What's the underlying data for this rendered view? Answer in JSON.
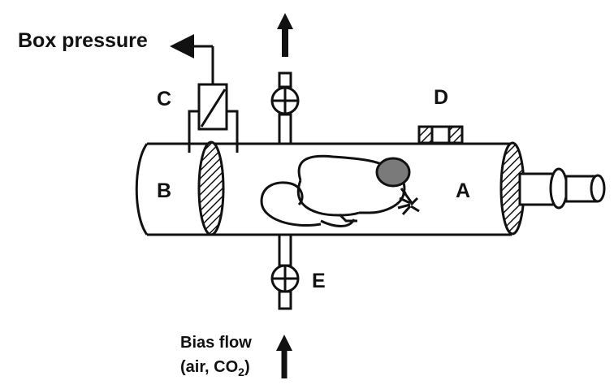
{
  "labels": {
    "box_pressure": "Box pressure",
    "c": "C",
    "d": "D",
    "b": "B",
    "a": "A",
    "e": "E",
    "bias_flow_line1": "Bias flow",
    "bias_flow_line2_prefix": "(air, CO",
    "bias_flow_line2_sub": "2",
    "bias_flow_line2_suffix": ")"
  },
  "colors": {
    "ink": "#111111",
    "mouse_ear": "#7a7a7a",
    "background": "#ffffff"
  }
}
